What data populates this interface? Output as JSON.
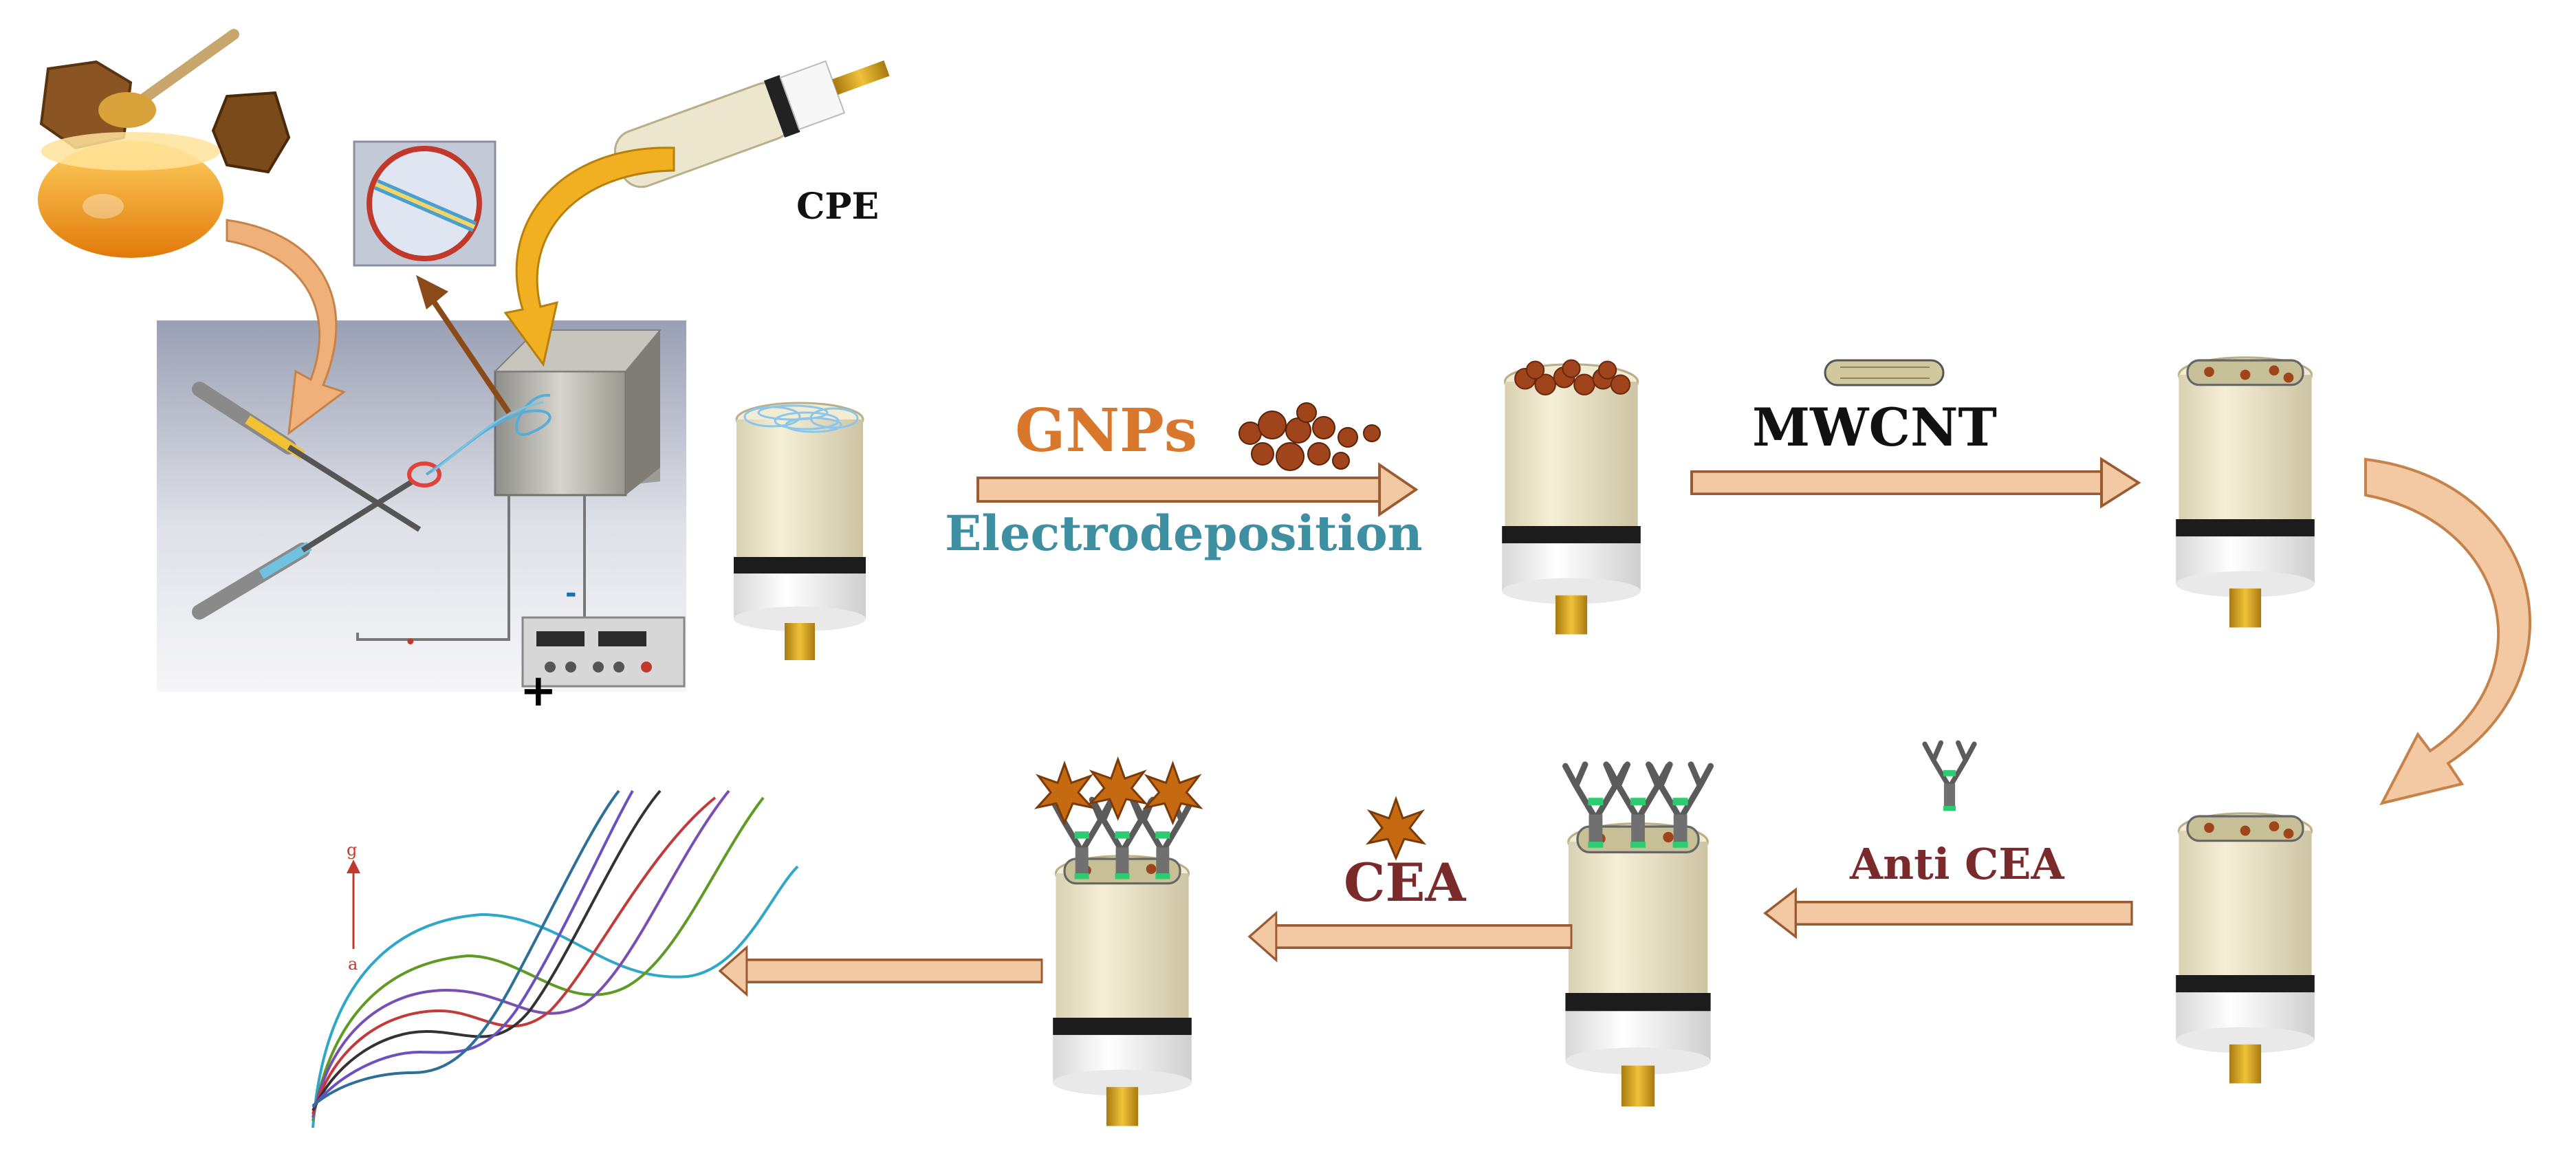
{
  "labels": {
    "cpe": "CPE",
    "gnps": "GNPs",
    "electrodeposition": "Electrodeposition",
    "mwcnt": "MWCNT",
    "anti_cea": "Anti CEA",
    "cea": "CEA",
    "power_minus": "-",
    "power_plus": "+",
    "axis_top": "g",
    "axis_bottom": "a"
  },
  "colors": {
    "arrow_fill": "#f3c9a4",
    "arrow_stroke": "#9a5a32",
    "curved_arrow": "#e8a06a",
    "electrode_body": "#efe8cc",
    "electrode_band": "#1c1c1c",
    "electrode_tip": "#c99a22",
    "gnp": "#a0441c",
    "honey": "#f0a020",
    "cea_star": "#c66a12"
  },
  "icons": [
    "honey-jar-icon",
    "electrode-icon",
    "syringe-icon",
    "power-supply-icon",
    "nanofiber-icon",
    "antibody-icon",
    "cea-star-icon"
  ],
  "curve_colors": [
    "#2fa7c9",
    "#5f9a22",
    "#7a4fb4",
    "#c33a3a",
    "#333333",
    "#6a51c1",
    "#2d6f99"
  ]
}
